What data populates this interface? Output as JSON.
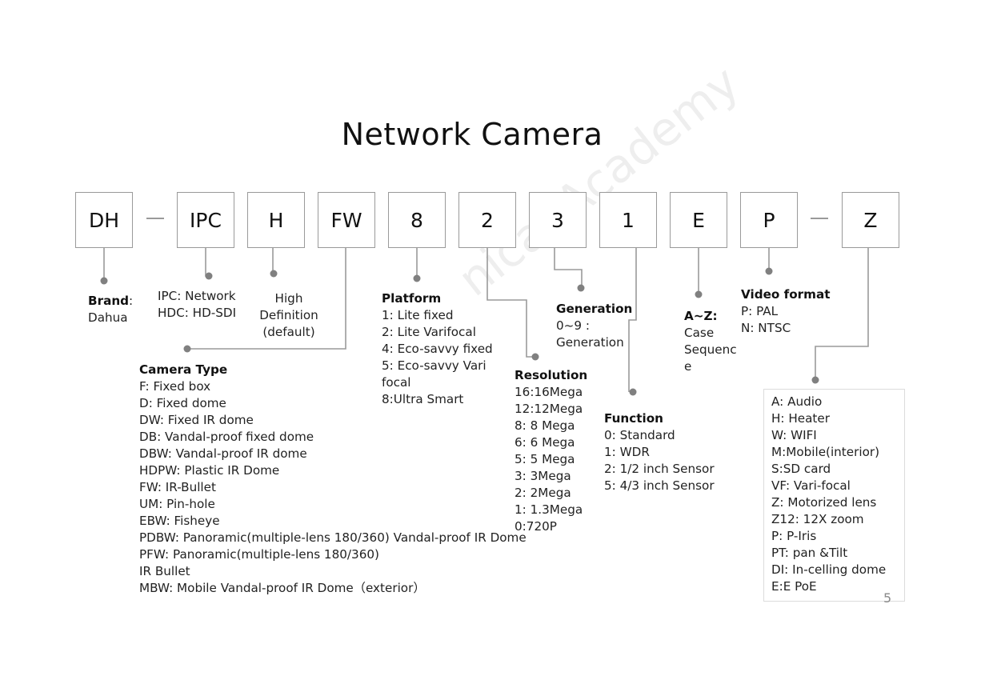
{
  "title": "Network Camera",
  "watermark": "nical Academy",
  "segments": [
    {
      "code": "DH"
    },
    {
      "code": "IPC"
    },
    {
      "code": "H"
    },
    {
      "code": "FW"
    },
    {
      "code": "8"
    },
    {
      "code": "2"
    },
    {
      "code": "3"
    },
    {
      "code": "1"
    },
    {
      "code": "E"
    },
    {
      "code": "P"
    },
    {
      "code": "Z"
    }
  ],
  "brand": {
    "heading": "Brand",
    "colon": ":",
    "value": "Dahua"
  },
  "ipc": {
    "lines": [
      "IPC: Network",
      "HDC: HD-SDI"
    ]
  },
  "h": {
    "lines": [
      "High",
      "Definition",
      "(default)"
    ]
  },
  "camera_type": {
    "heading": "Camera Type",
    "items": [
      "F: Fixed box",
      "D: Fixed dome",
      "DW: Fixed IR dome",
      "DB:  Vandal-proof fixed dome",
      "DBW: Vandal-proof IR dome",
      "HDPW: Plastic IR Dome",
      "FW: IR-Bullet",
      "UM: Pin-hole",
      "EBW: Fisheye",
      "PDBW: Panoramic(multiple-lens 180/360) Vandal-proof IR Dome",
      "PFW: Panoramic(multiple-lens 180/360)",
      "IR Bullet",
      "MBW: Mobile Vandal-proof IR Dome（exterior）"
    ]
  },
  "platform": {
    "heading": "Platform",
    "items": [
      "1: Lite fixed",
      "2: Lite Varifocal",
      "4: Eco-savvy fixed",
      "5: Eco-savvy Vari",
      "focal",
      "8:Ultra Smart"
    ]
  },
  "resolution": {
    "heading": "Resolution",
    "items": [
      "16:16Mega",
      "12:12Mega",
      "8: 8 Mega",
      "6: 6 Mega",
      "5: 5 Mega",
      "3: 3Mega",
      "2: 2Mega",
      "1: 1.3Mega",
      "0:720P"
    ]
  },
  "generation": {
    "heading": "Generation",
    "items": [
      "0~9 :",
      "Generation"
    ]
  },
  "function": {
    "heading": "Function",
    "items": [
      "0: Standard",
      "1: WDR",
      "2: 1/2 inch Sensor",
      "5: 4/3 inch Sensor"
    ]
  },
  "case_sequence": {
    "heading": "A~Z:",
    "items": [
      "Case",
      "Sequenc",
      "e"
    ]
  },
  "video_format": {
    "heading": "Video format",
    "items": [
      "P: PAL",
      "N: NTSC"
    ]
  },
  "options": {
    "items": [
      "A: Audio",
      "H: Heater",
      "W: WIFI",
      "M:Mobile(interior)",
      "S:SD card",
      "VF: Vari-focal",
      "Z: Motorized lens",
      "Z12: 12X zoom",
      "P: P-Iris",
      "PT: pan &Tilt",
      "DI: In-celling dome",
      "E:E PoE"
    ]
  },
  "page_number": "5",
  "colors": {
    "line": "#9a9a9a",
    "dot": "#808080",
    "box_border": "#9a9a9a",
    "text": "#1a1a1a"
  }
}
